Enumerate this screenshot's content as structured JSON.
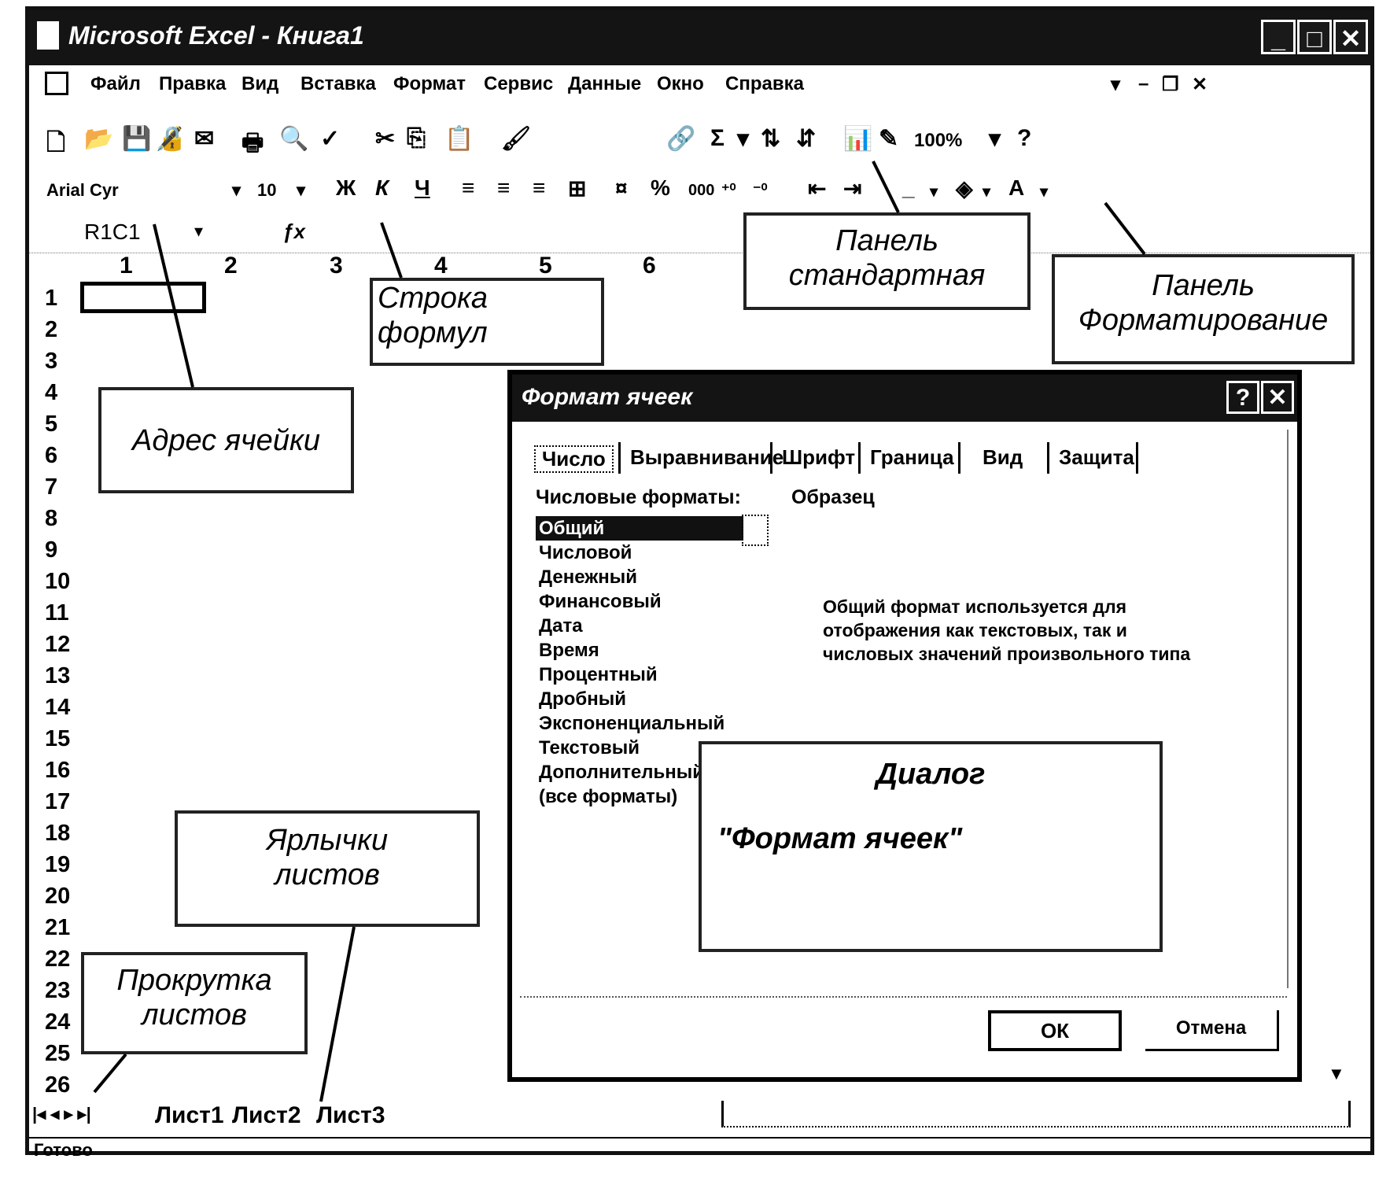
{
  "window": {
    "title": "Microsoft Excel - Книга1",
    "buttons": [
      "_",
      "□",
      "✕"
    ]
  },
  "menubar": {
    "items": [
      "Файл",
      "Правка",
      "Вид",
      "Вставка",
      "Формат",
      "Сервис",
      "Данные",
      "Окно",
      "Справка"
    ],
    "window_controls": [
      "▾",
      "–",
      "❐",
      "✕"
    ]
  },
  "toolbar_standard": {
    "autosum": "Σ",
    "zoom": "100%"
  },
  "toolbar_formatting": {
    "font": "Arial Cyr",
    "size": "10",
    "bold": "Ж",
    "italic": "К",
    "underline": "Ч",
    "percent": "%",
    "thousands": "000"
  },
  "formula_bar": {
    "name_box": "R1C1",
    "fx": "ƒx"
  },
  "columns": [
    "1",
    "2",
    "3",
    "4",
    "5",
    "6"
  ],
  "rows": [
    "1",
    "2",
    "3",
    "4",
    "5",
    "6",
    "7",
    "8",
    "9",
    "10",
    "11",
    "12",
    "13",
    "14",
    "15",
    "16",
    "17",
    "18",
    "19",
    "20",
    "21",
    "22",
    "23",
    "24",
    "25",
    "26"
  ],
  "sheet_tabs": {
    "nav": "|◂ ◂ ▸ ▸|",
    "tabs": [
      "Лист1",
      "Лист2",
      "Лист3"
    ]
  },
  "status": "Готово",
  "dialog": {
    "title": "Формат ячеек",
    "help": "?",
    "close": "✕",
    "tabs": [
      "Число",
      "Выравнивание",
      "Шрифт",
      "Граница",
      "Вид",
      "Защита"
    ],
    "categories_label": "Числовые форматы:",
    "sample_label": "Образец",
    "categories": [
      "Общий",
      "Числовой",
      "Денежный",
      "Финансовый",
      "Дата",
      "Время",
      "Процентный",
      "Дробный",
      "Экспоненциальный",
      "Текстовый",
      "Дополнительный",
      "(все форматы)"
    ],
    "description": "Общий формат используется для отображения как текстовых, так и числовых значений произвольного типа",
    "ok": "ОК",
    "cancel": "Отмена"
  },
  "callouts": {
    "formula_bar": "Строка формул",
    "standard": "Панель стандартная",
    "formatting": "Панель Форматирование",
    "cell_address": "Адрес ячейки",
    "dialog_name": "Диалог",
    "dialog_title": "\"Формат ячеек\"",
    "sheet_tabs": "Ярлычки листов",
    "sheet_scroll": "Прокрутка листов"
  }
}
